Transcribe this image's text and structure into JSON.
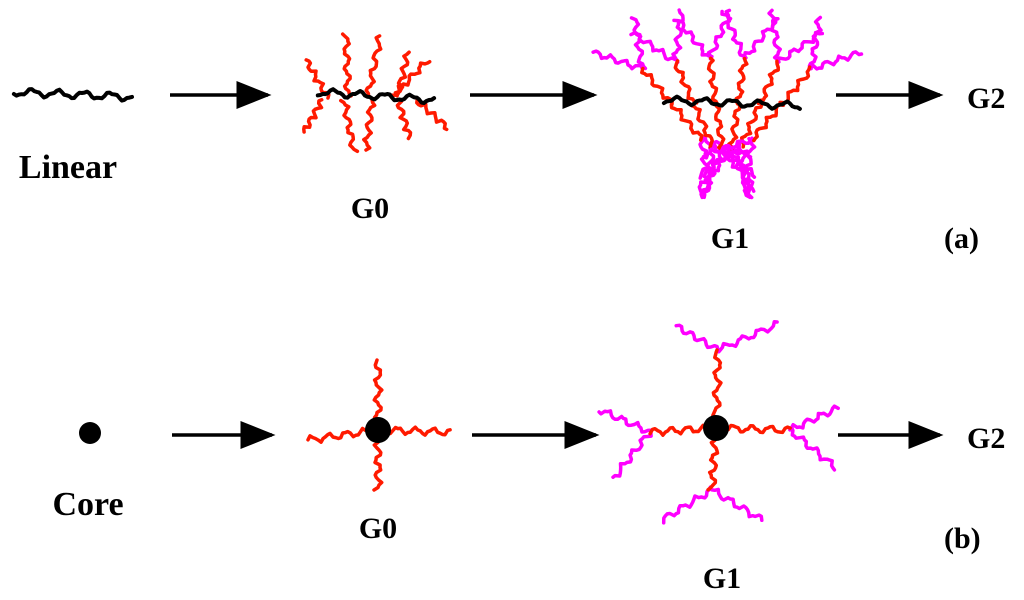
{
  "colors": {
    "backbone": "#000000",
    "generation_0": "#ff1a00",
    "generation_1": "#ff00ff",
    "arrow": "#000000",
    "text": "#000000"
  },
  "row_a": {
    "start_label": "Linear",
    "gen0_label": "G0",
    "gen1_label": "G1",
    "end_label": "G2",
    "panel_label": "(a)"
  },
  "row_b": {
    "start_label": "Core",
    "gen0_label": "G0",
    "gen1_label": "G1",
    "end_label": "G2",
    "panel_label": "(b)"
  }
}
